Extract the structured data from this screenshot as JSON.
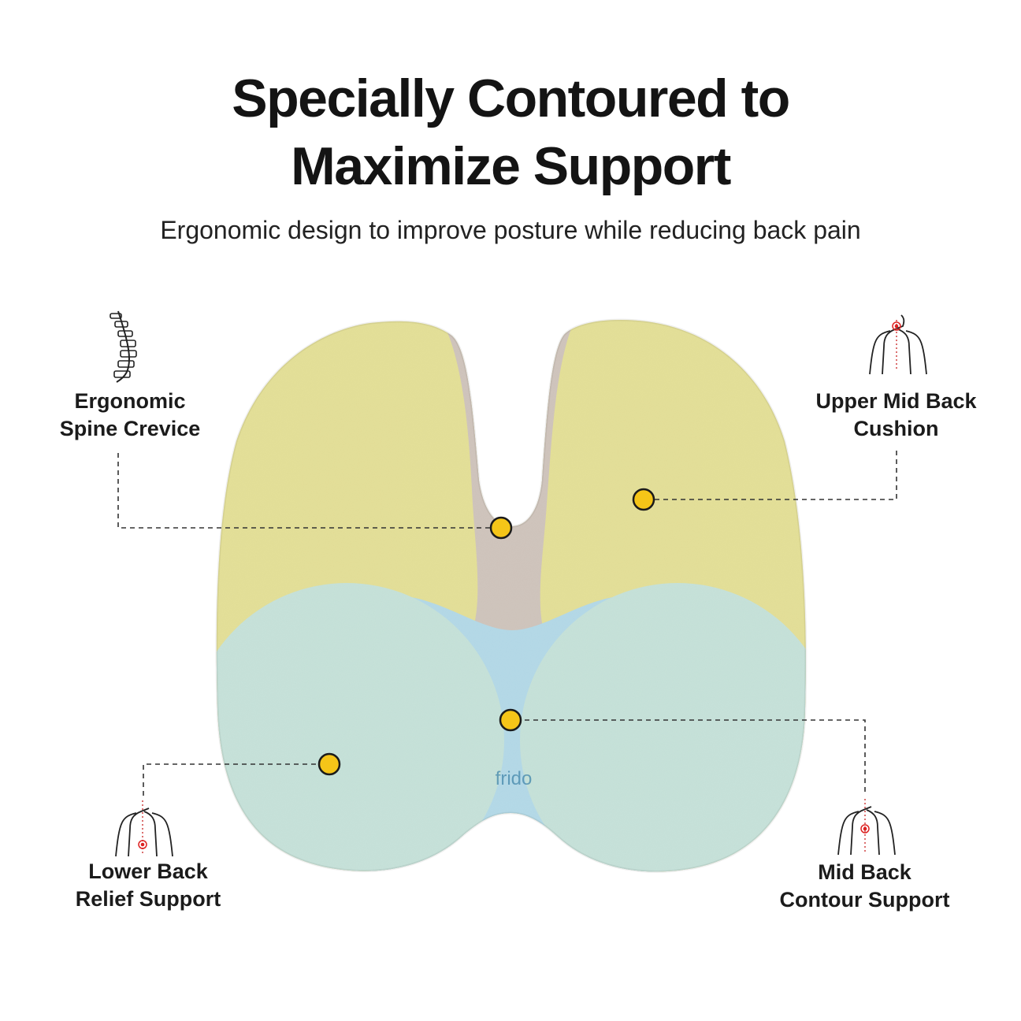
{
  "header": {
    "title_line1": "Specially Contoured to",
    "title_line2": "Maximize Support",
    "subtitle": "Ergonomic design to improve posture while reducing back pain"
  },
  "product": {
    "brand_mark": "frido",
    "colors": {
      "upper_wings": "#d6cf63",
      "spine_crevice": "#b7a79a",
      "center_channel": "#8ec6dc",
      "lumbar_lobes": "#a9d3c6",
      "marker_fill": "#f5c518"
    }
  },
  "callouts": [
    {
      "id": "spine",
      "line1": "Ergonomic",
      "line2": "Spine Crevice",
      "icon": "spine-icon"
    },
    {
      "id": "upper",
      "line1": "Upper Mid Back",
      "line2": "Cushion",
      "icon": "upper-back-body-icon"
    },
    {
      "id": "lower",
      "line1": "Lower Back",
      "line2": "Relief Support",
      "icon": "lower-back-body-icon"
    },
    {
      "id": "mid",
      "line1": "Mid Back",
      "line2": "Contour Support",
      "icon": "mid-back-body-icon"
    }
  ]
}
